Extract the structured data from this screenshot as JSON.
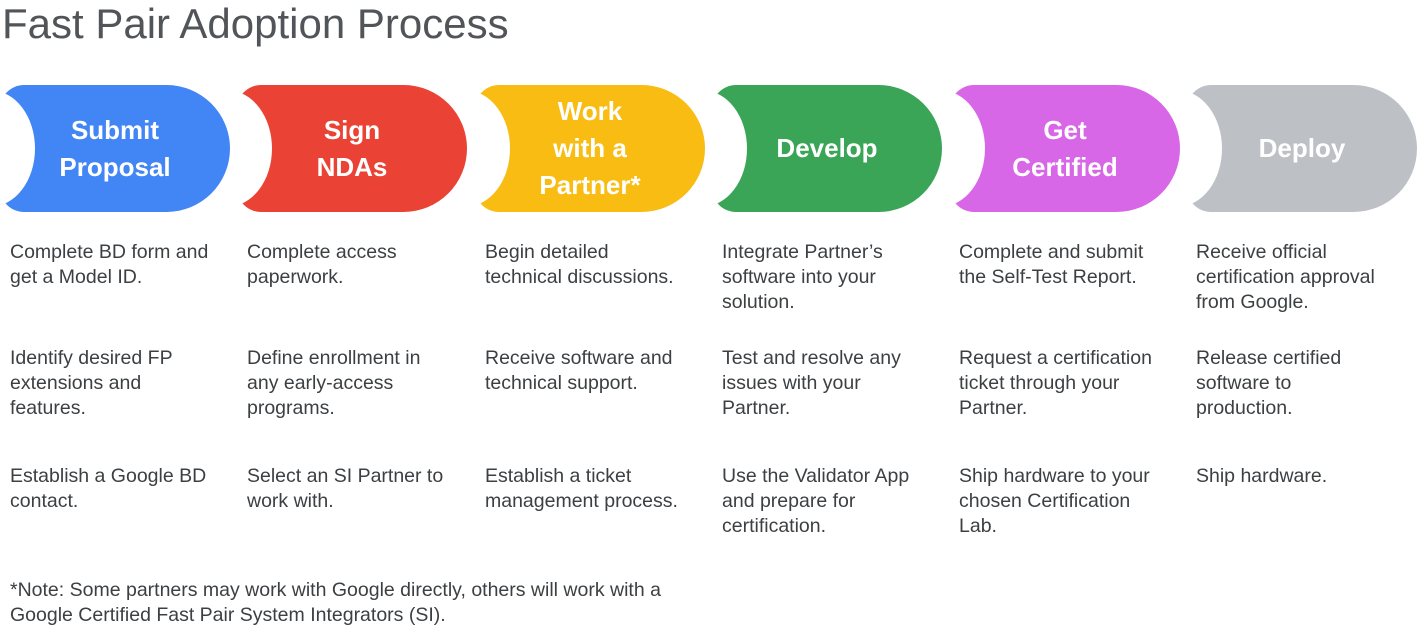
{
  "title": "Fast Pair Adoption Process",
  "footnote": "*Note: Some partners may work with Google directly, others will work with a\nGoogle Certified Fast Pair System Integrators (SI).",
  "colors": {
    "blue": "#4285F4",
    "red": "#EA4335",
    "yellow": "#F9BC13",
    "green": "#3BA557",
    "magenta": "#D867E8",
    "gray": "#BDC1C6",
    "body_text": "#3c4043",
    "title_text": "#515458",
    "stage_label_text": "#ffffff"
  },
  "stages": [
    {
      "label": "Submit\nProposal",
      "color": "#4285F4",
      "notes": [
        "Complete BD form and\nget a Model ID.",
        "Identify desired FP\nextensions and\nfeatures.",
        "Establish a Google BD\ncontact."
      ]
    },
    {
      "label": "Sign\nNDAs",
      "color": "#EA4335",
      "notes": [
        "Complete access\npaperwork.",
        "Define enrollment in\nany early-access\nprograms.",
        "Select an SI Partner to\nwork with."
      ]
    },
    {
      "label": "Work\nwith a\nPartner*",
      "color": "#F9BC13",
      "notes": [
        "Begin detailed\ntechnical discussions.",
        "Receive software and\ntechnical support.",
        "Establish a ticket\nmanagement process."
      ]
    },
    {
      "label": "Develop",
      "color": "#3BA557",
      "notes": [
        "Integrate Partner’s\nsoftware into your\nsolution.",
        "Test and resolve any\nissues with your\nPartner.",
        "Use the Validator App\nand prepare for\ncertification."
      ]
    },
    {
      "label": "Get\nCertified",
      "color": "#D867E8",
      "notes": [
        "Complete and submit\nthe Self-Test Report.",
        "Request a certification\nticket through your\nPartner.",
        "Ship hardware to your\nchosen Certification\nLab."
      ]
    },
    {
      "label": "Deploy",
      "color": "#BDC1C6",
      "notes": [
        "Receive official\ncertification approval\nfrom Google.",
        "Release certified\nsoftware to\nproduction.",
        "Ship hardware."
      ]
    }
  ]
}
